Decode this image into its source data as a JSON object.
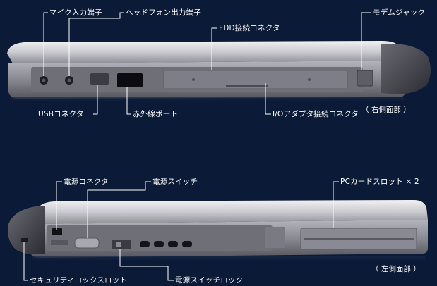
{
  "views": {
    "right": {
      "caption": "（ 右側面部 ）",
      "labels": {
        "mic": "マイク入力端子",
        "headphone": "ヘッドフォン出力端子",
        "fdd": "FDD接続コネクタ",
        "modem": "モデムジャック",
        "usb": "USBコネクタ",
        "infrared": "赤外線ポート",
        "io": "I/Oアダプタ接続コネクタ"
      }
    },
    "left": {
      "caption": "（ 左側面部 ）",
      "labels": {
        "power_connector": "電源コネクタ",
        "power_switch": "電源スイッチ",
        "pc_card": "PCカードスロット × 2",
        "security": "セキュリティロックスロット",
        "switch_lock": "電源スイッチロック"
      }
    }
  },
  "colors": {
    "background": "#0b1a36",
    "leader_line": "#ffffff",
    "label_text": "#ffffff"
  }
}
